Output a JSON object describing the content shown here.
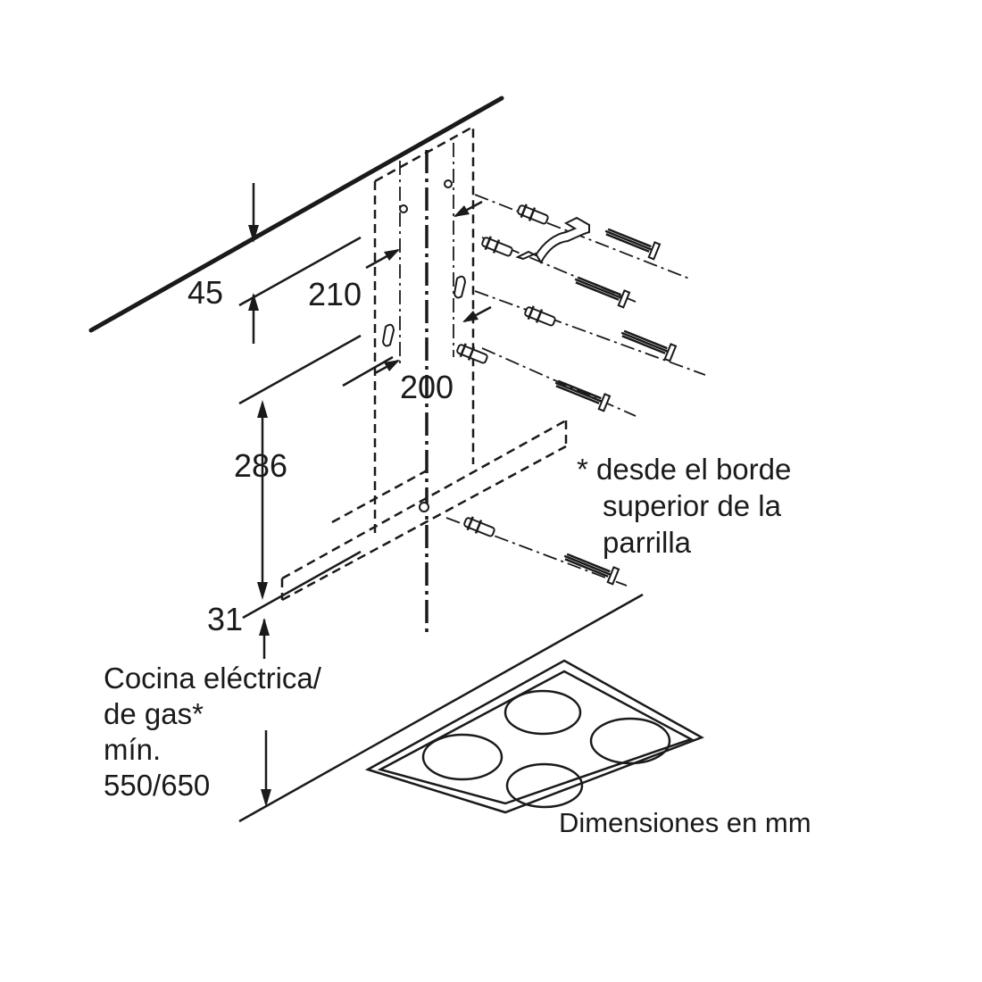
{
  "dimensions": {
    "top_offset": "45",
    "hole_spacing_vertical": "210",
    "hole_spacing_horizontal": "200",
    "mount_height": "286",
    "bottom_offset": "31"
  },
  "note": {
    "line1": "* desde el borde",
    "line2": "superior de la",
    "line3": "parrilla"
  },
  "cooktop_label": {
    "line1": "Cocina eléctrica/",
    "line2": "de gas*",
    "line3": "mín.",
    "line4": "550/650"
  },
  "units_label": "Dimensiones en mm"
}
